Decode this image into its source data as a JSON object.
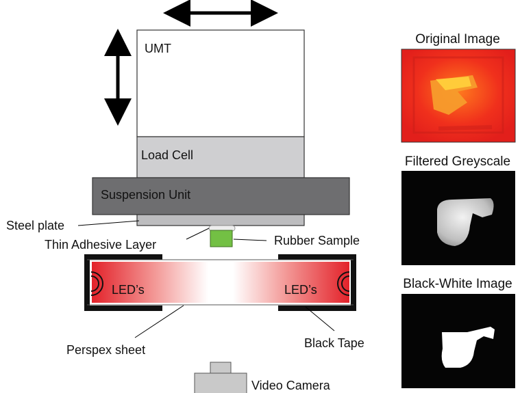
{
  "labels": {
    "umt": "UMT",
    "load_cell": "Load Cell",
    "suspension_unit": "Suspension Unit",
    "steel_plate": "Steel plate",
    "thin_adhesive_layer": "Thin Adhesive Layer",
    "rubber_sample": "Rubber Sample",
    "leds_left": "LED’s",
    "leds_right": "LED’s",
    "perspex_sheet": "Perspex sheet",
    "black_tape": "Black Tape",
    "video_camera": "Video Camera"
  },
  "panels": {
    "original_image": "Original Image",
    "filtered_greyscale": "Filtered Greyscale",
    "black_white_image": "Black-White Image"
  },
  "colors": {
    "load_cell": "#cfcfd1",
    "suspension_unit": "#6e6e70",
    "steel_plate": "#bdbdbf",
    "rubber_sample": "#73c044",
    "led_red": "#e8262a",
    "black_tape": "#111111",
    "camera": "#c9c9c9"
  }
}
